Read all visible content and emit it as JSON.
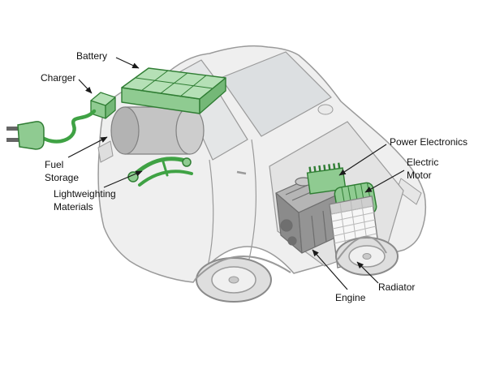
{
  "diagram": {
    "type": "labeled-illustration",
    "subject": "Plug-in hybrid electric vehicle cutaway with labeled components"
  },
  "labels": {
    "battery": {
      "text": "Battery"
    },
    "charger": {
      "text": "Charger"
    },
    "fuel_storage": {
      "text": "Fuel Storage"
    },
    "lightweighting": {
      "text": "Lightweighting Materials"
    },
    "power_electronics": {
      "text": "Power Electronics"
    },
    "electric_motor": {
      "text": "Electric Motor"
    },
    "engine": {
      "text": "Engine"
    },
    "radiator": {
      "text": "Radiator"
    }
  },
  "colors": {
    "background": "#ffffff",
    "label_text": "#111111",
    "green_light": "#b5e0b6",
    "green_mid": "#8fcb91",
    "green_deep": "#74b877",
    "green_stroke": "#2f7d33",
    "green_cord": "#3fa244",
    "car_body": "#efefef",
    "car_bay": "#e3e3e3",
    "car_outline": "#9a9a9a",
    "glass": "#dcdfe1",
    "metal_gray": "#c4c4c4",
    "metal_gray_dark": "#808080",
    "engine_gray": "#949494",
    "engine_dark": "#6e6e6e",
    "radiator_face": "#f7f7f7"
  }
}
